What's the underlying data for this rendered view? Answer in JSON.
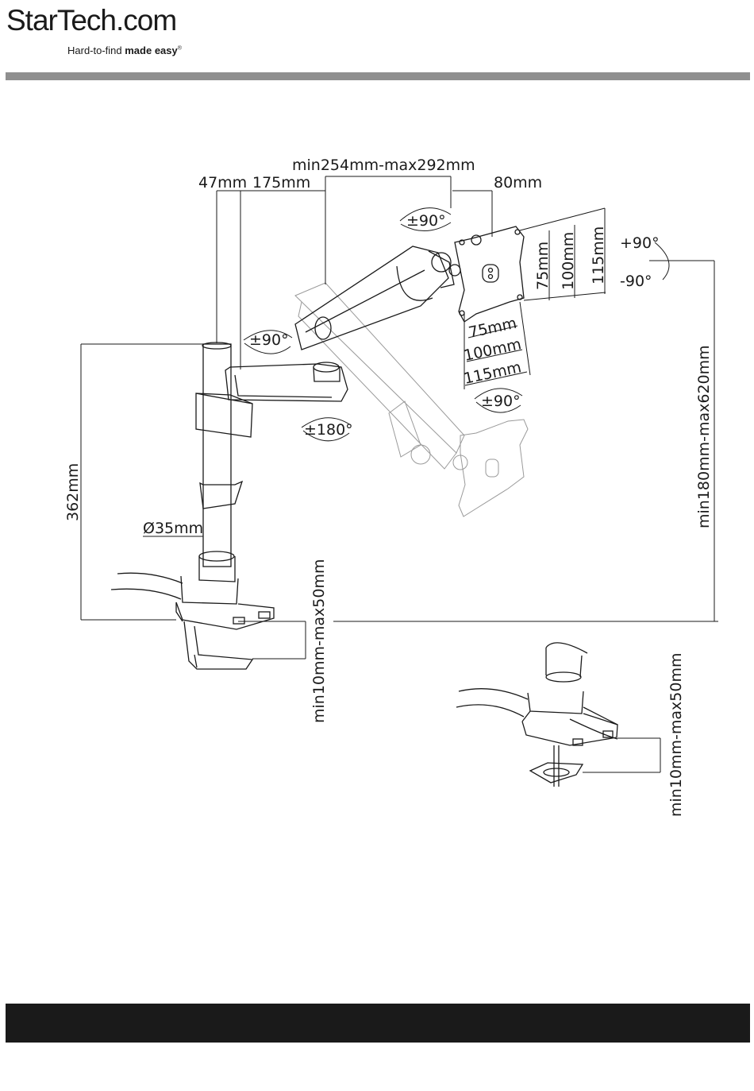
{
  "brand": {
    "logo_text": "StarTech.com",
    "tagline_regular": "Hard-to-find ",
    "tagline_bold": "made easy",
    "trademark": "®"
  },
  "dimensions": {
    "arm_extension": "min254mm-max292mm",
    "pole_offset": "47mm",
    "arm_length": "175mm",
    "vesa_offset": "80mm",
    "tilt_top": "±90°",
    "rotate_plus": "+90°",
    "rotate_minus": "-90°",
    "swivel_arm": "±90°",
    "swivel_base": "±180°",
    "swivel_bottom": "±90°",
    "vesa_v75": "75mm",
    "vesa_v100": "100mm",
    "vesa_v115": "115mm",
    "vesa_h75": "75mm",
    "vesa_h100": "100mm",
    "vesa_h115": "115mm",
    "pole_height": "362mm",
    "pole_diameter": "Ø35mm",
    "height_range": "min180mm-max620mm",
    "clamp_range": "min10mm-max50mm",
    "grommet_range": "min10mm-max50mm"
  },
  "colors": {
    "header_rule": "#8f8f8f",
    "footer_bar": "#1a1a1a",
    "line": "#1a1a1a",
    "ghost": "#9a9a9a"
  }
}
